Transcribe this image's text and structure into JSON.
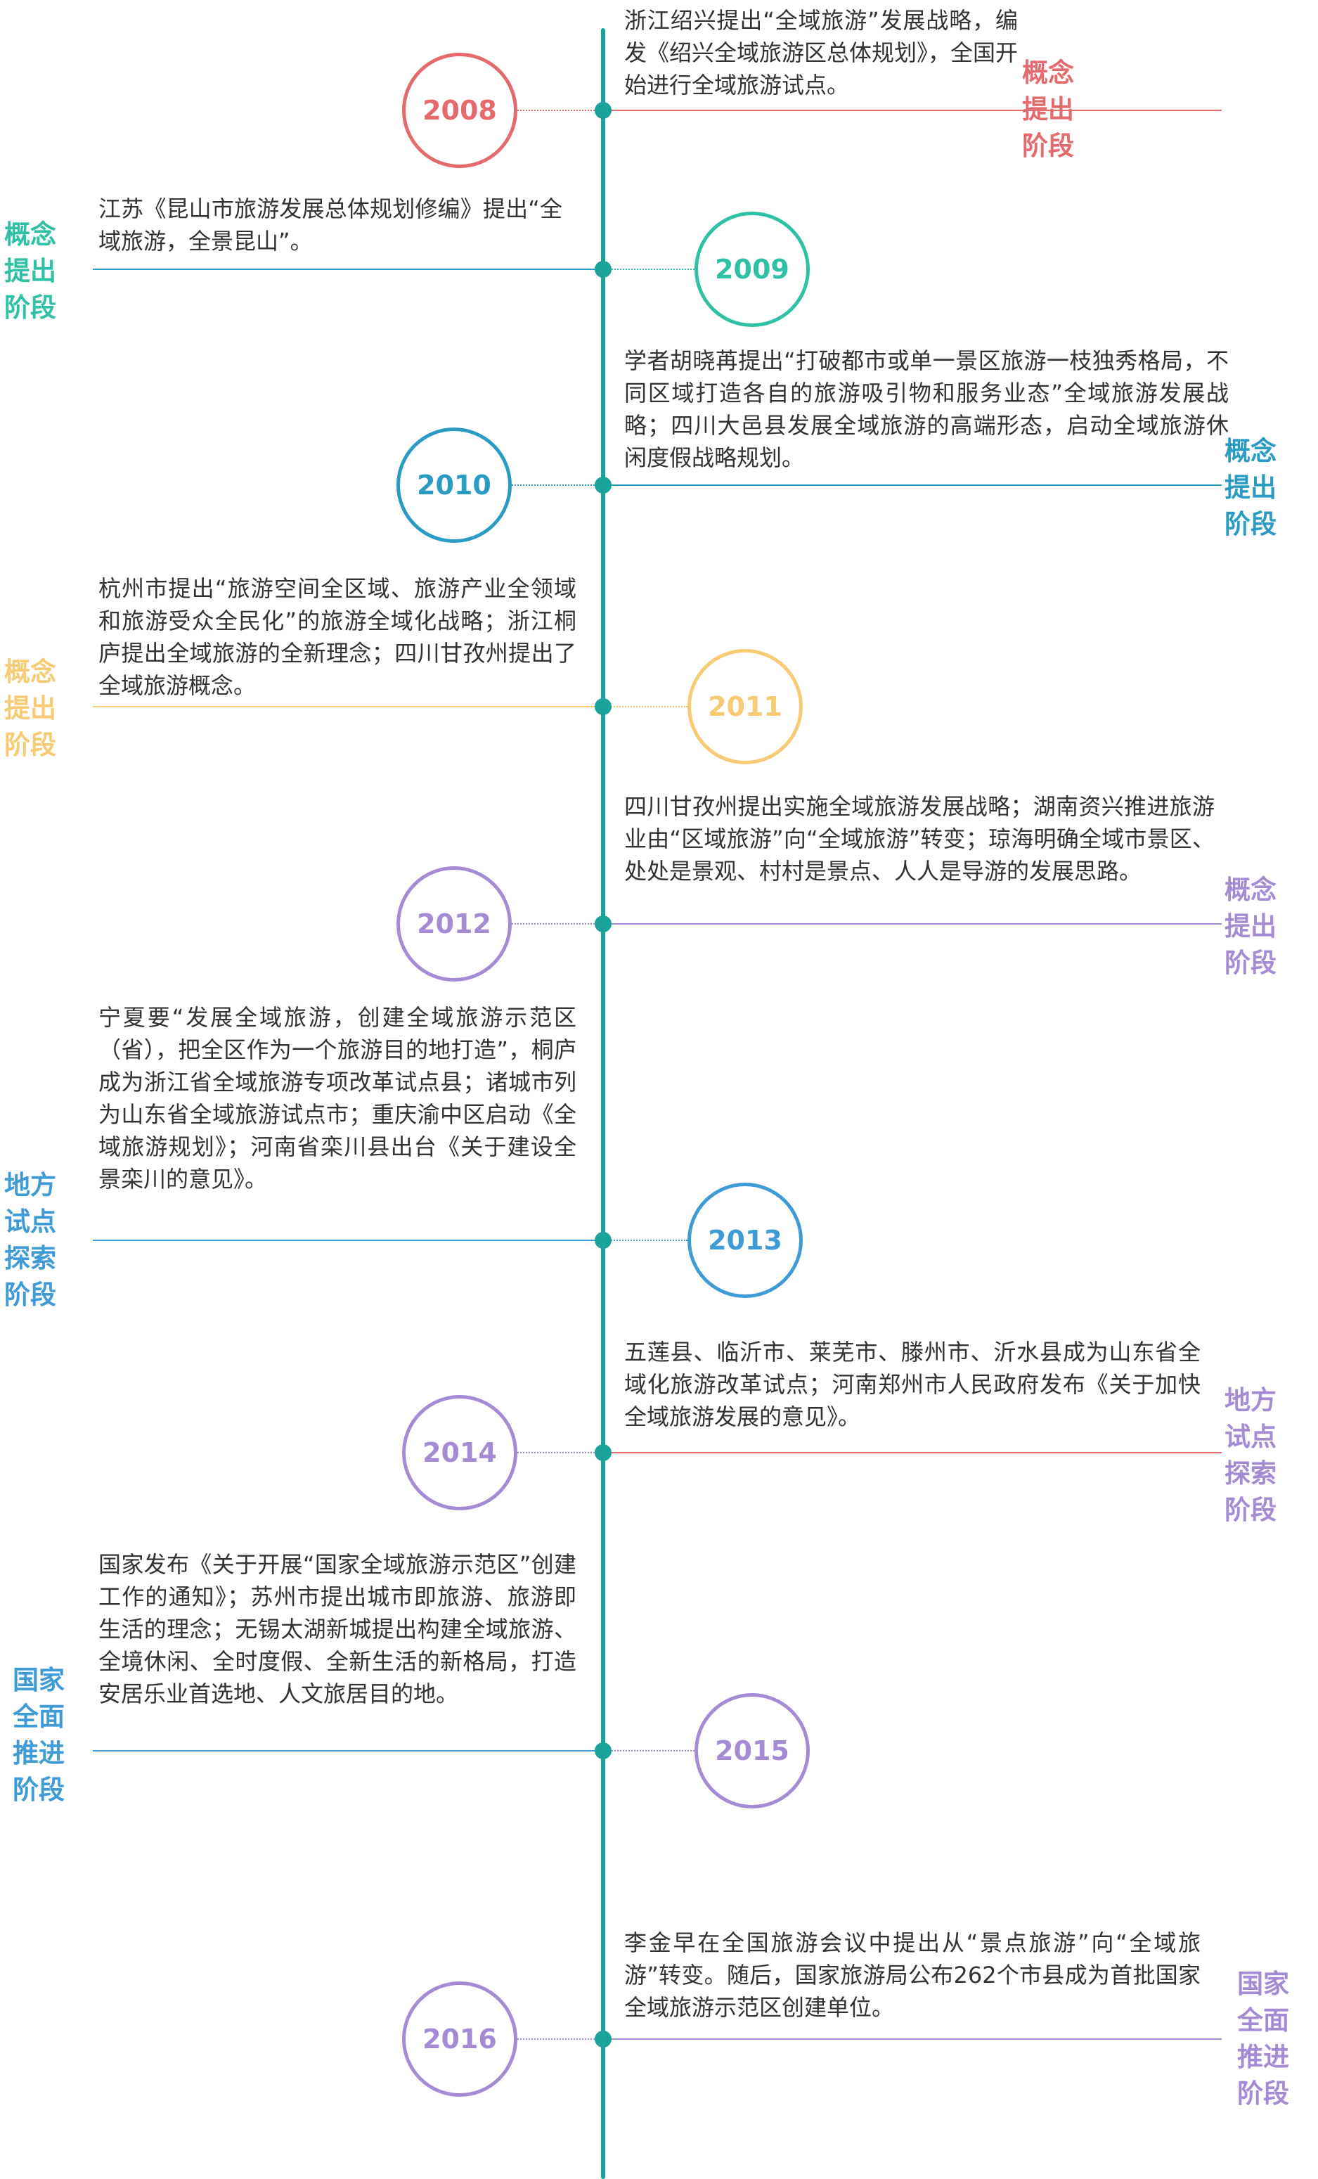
{
  "colors": {
    "axis": "#1aa39a",
    "red": "#e46a6e",
    "green": "#2fc1a6",
    "teal": "#2a9cc3",
    "yellow": "#f6cb73",
    "purple": "#a58bd3",
    "blue": "#3f9bd5"
  },
  "events": [
    {
      "year": "2008",
      "description": "浙江绍兴提出“全域旅游”发展战略，编发《绍兴全域旅游区总体规划》，全国开始进行全域旅游试点。",
      "stage": [
        "概念",
        "提出",
        "阶段"
      ]
    },
    {
      "year": "2009",
      "description": "江苏《昆山市旅游发展总体规划修编》提出“全域旅游，全景昆山”。",
      "stage": [
        "概念",
        "提出",
        "阶段"
      ]
    },
    {
      "year": "2010",
      "description": "学者胡晓苒提出“打破都市或单一景区旅游一枝独秀格局，不同区域打造各自的旅游吸引物和服务业态”全域旅游发展战略；四川大邑县发展全域旅游的高端形态，启动全域旅游休闲度假战略规划。",
      "stage": [
        "概念",
        "提出",
        "阶段"
      ]
    },
    {
      "year": "2011",
      "description": "杭州市提出“旅游空间全区域、旅游产业全领域和旅游受众全民化”的旅游全域化战略；浙江桐庐提出全域旅游的全新理念；四川甘孜州提出了全域旅游概念。",
      "stage": [
        "概念",
        "提出",
        "阶段"
      ]
    },
    {
      "year": "2012",
      "description": "四川甘孜州提出实施全域旅游发展战略；湖南资兴推进旅游业由“区域旅游”向“全域旅游”转变；琼海明确全域市景区、处处是景观、村村是景点、人人是导游的发展思路。",
      "stage": [
        "概念",
        "提出",
        "阶段"
      ]
    },
    {
      "year": "2013",
      "description": "宁夏要“发展全域旅游，创建全域旅游示范区（省），把全区作为一个旅游目的地打造”，桐庐成为浙江省全域旅游专项改革试点县；诸城市列为山东省全域旅游试点市；重庆渝中区启动《全域旅游规划》；河南省栾川县出台《关于建设全景栾川的意见》。",
      "stage": [
        "地方",
        "试点",
        "探索",
        "阶段"
      ]
    },
    {
      "year": "2014",
      "description": "五莲县、临沂市、莱芜市、滕州市、沂水县成为山东省全域化旅游改革试点；河南郑州市人民政府发布《关于加快全域旅游发展的意见》。",
      "stage": [
        "地方",
        "试点",
        "探索",
        "阶段"
      ]
    },
    {
      "year": "2015",
      "description": "国家发布《关于开展“国家全域旅游示范区”创建工作的通知》；苏州市提出城市即旅游、旅游即生活的理念；无锡太湖新城提出构建全域旅游、全境休闲、全时度假、全新生活的新格局，打造安居乐业首选地、人文旅居目的地。",
      "stage": [
        "国家",
        "全面",
        "推进",
        "阶段"
      ]
    },
    {
      "year": "2016",
      "description": "李金早在全国旅游会议中提出从“景点旅游”向“全域旅游”转变。随后，国家旅游局公布262个市县成为首批国家全域旅游示范区创建单位。",
      "stage": [
        "国家",
        "全面",
        "推进",
        "阶段"
      ]
    }
  ]
}
